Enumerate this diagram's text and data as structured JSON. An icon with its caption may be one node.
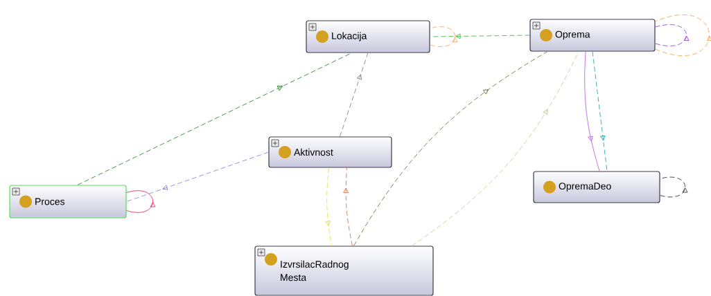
{
  "diagram": {
    "nodes": [
      {
        "text": [
          "Lokacija"
        ]
      },
      {
        "text": [
          "Oprema"
        ]
      },
      {
        "text": [
          "Aktivnost"
        ]
      },
      {
        "text": [
          "Proces"
        ]
      },
      {
        "text": [
          "OpremaDeo"
        ]
      },
      {
        "text": [
          "IzvrsilacRadnog Mesta"
        ]
      }
    ],
    "edges": [
      {
        "from": 1,
        "to": 0,
        "arrow": "to",
        "style": "dashed",
        "color": "#44bb44"
      },
      {
        "from": 0,
        "to": 0,
        "arrow": "to",
        "style": "dashed",
        "color": "#eeaa66"
      },
      {
        "from": 1,
        "to": 1,
        "arrow": "to",
        "style": "dashed",
        "color": "#9944dd"
      },
      {
        "from": 1,
        "to": 1,
        "arrow": "to",
        "style": "dashed",
        "color": "#eeaa55"
      },
      {
        "from": 3,
        "to": 0,
        "arrow": "to",
        "style": "dashed",
        "color": "#338833"
      },
      {
        "from": 2,
        "to": 0,
        "arrow": "to",
        "style": "dashed",
        "color": "#888888"
      },
      {
        "from": 2,
        "to": 3,
        "arrow": "to",
        "style": "dashed",
        "color": "#8888ee"
      },
      {
        "from": 3,
        "to": 3,
        "arrow": "to",
        "color": "#dd3366"
      },
      {
        "from": 2,
        "to": 5,
        "arrow": "to",
        "style": "dashed",
        "color": "#eedd44"
      },
      {
        "from": 5,
        "to": 2,
        "arrow": "to",
        "style": "dashed",
        "color": "#dd7755"
      },
      {
        "from": 5,
        "to": 1,
        "arrow": "to",
        "style": "dashed",
        "color": "#777744"
      },
      {
        "from": 5,
        "to": 1,
        "arrow": "to",
        "style": "dashed",
        "color": "#c8cc99"
      },
      {
        "from": 1,
        "to": 4,
        "arrow": "to",
        "color": "#bb66dd"
      },
      {
        "from": 1,
        "to": 4,
        "arrow": "to",
        "style": "dashed",
        "color": "#22aaaa"
      },
      {
        "from": 4,
        "to": 4,
        "arrow": "to",
        "style": "dashed",
        "color": "#333333"
      }
    ]
  }
}
